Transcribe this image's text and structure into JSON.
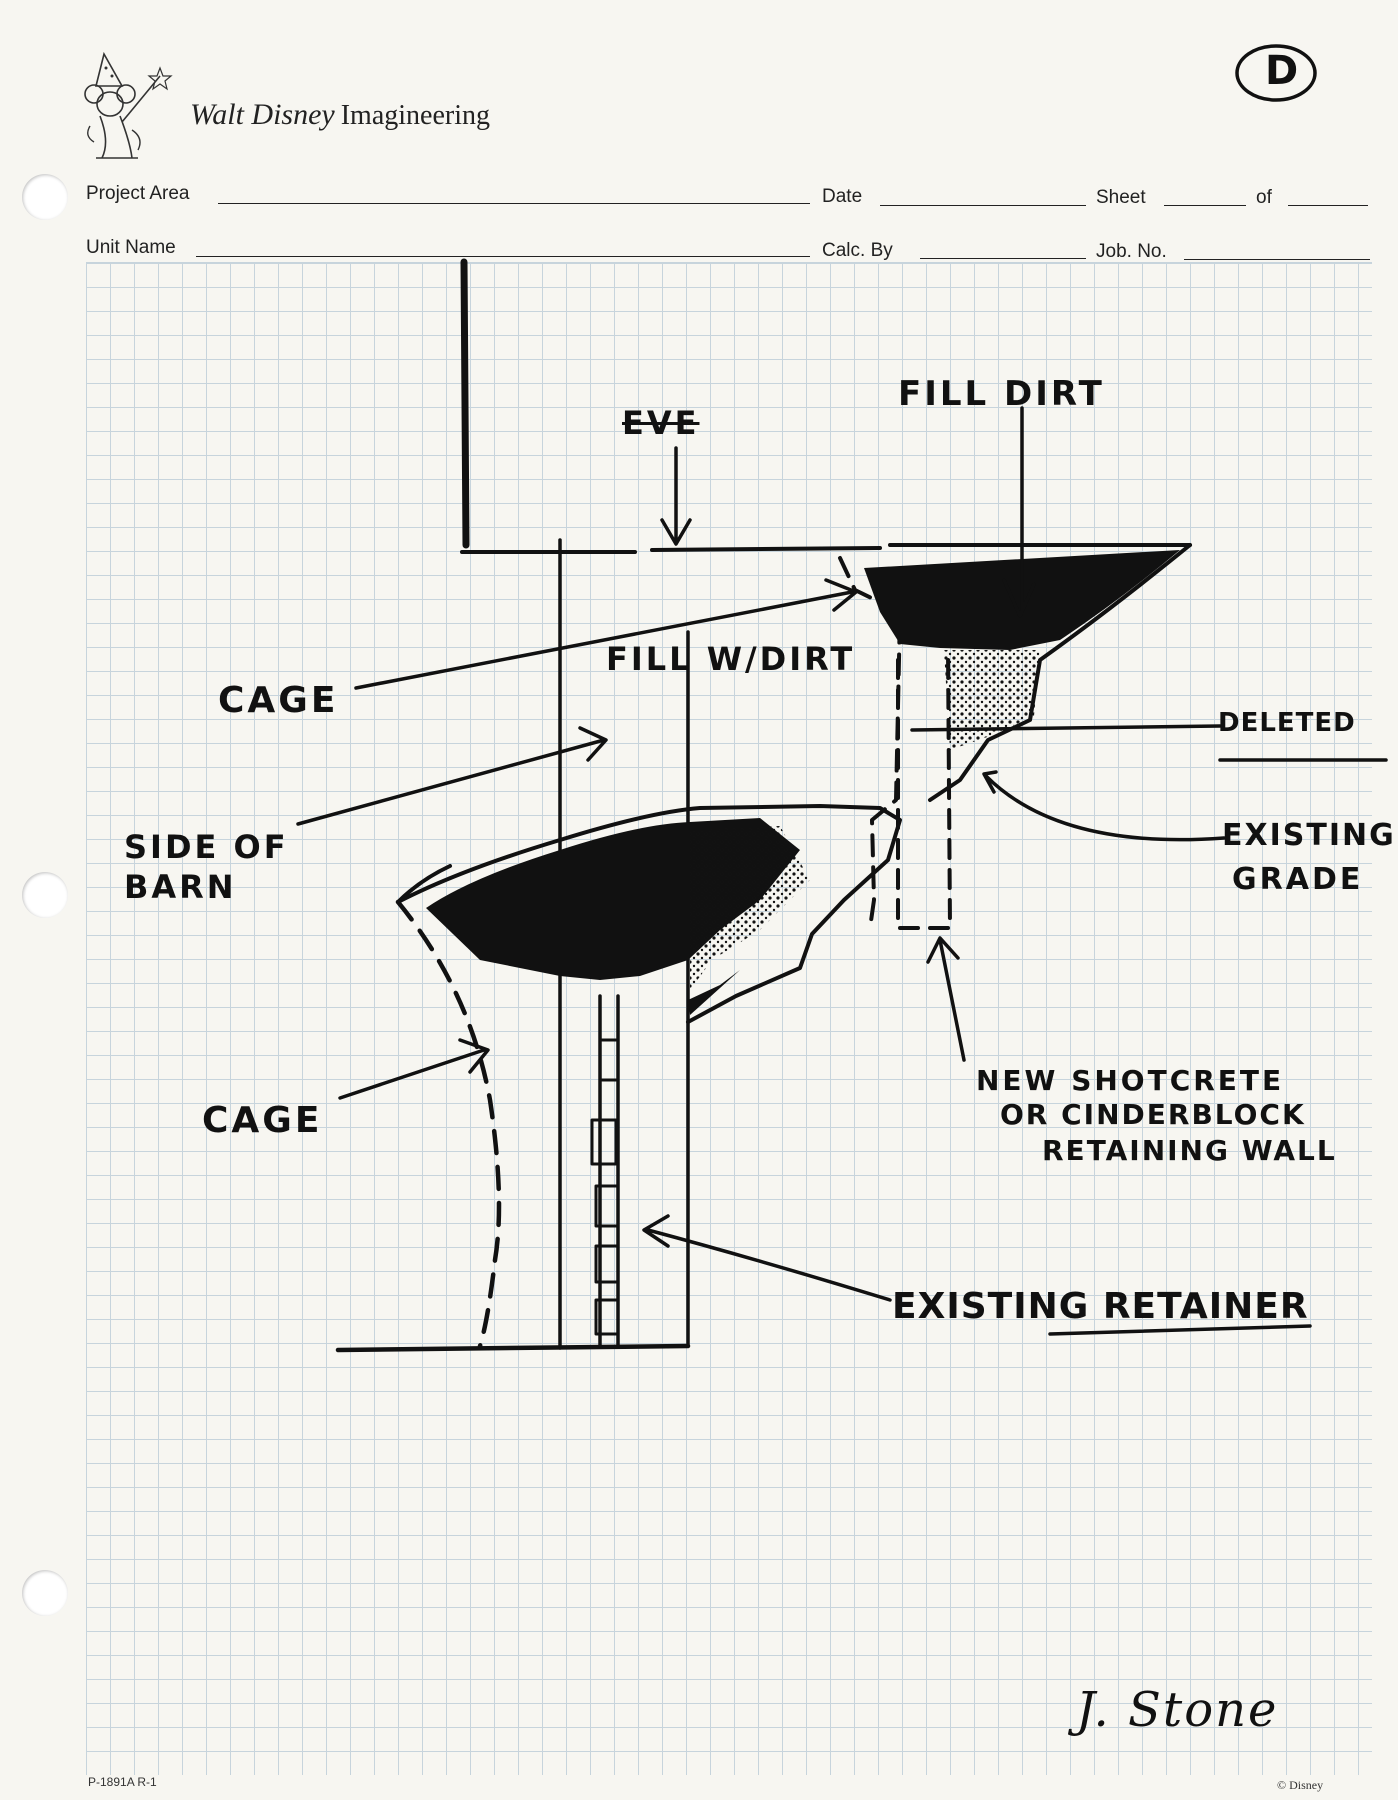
{
  "header": {
    "brand_script": "Walt Disney",
    "brand_name": "Imagineering",
    "sheet_mark": "D"
  },
  "form": {
    "project_area_label": "Project Area",
    "date_label": "Date",
    "sheet_label": "Sheet",
    "of_label": "of",
    "unit_name_label": "Unit Name",
    "calc_by_label": "Calc. By",
    "job_no_label": "Job. No."
  },
  "annotations": {
    "eve": "EVE",
    "fill_dirt": "FILL DIRT",
    "cage_upper": "CAGE",
    "fill_w_dirt": "FILL W/DIRT",
    "deleted": "DELETED",
    "side_of_barn_line1": "SIDE OF",
    "side_of_barn_line2": "BARN",
    "existing_grade_line1": "EXISTING",
    "existing_grade_line2": "GRADE",
    "cage_lower": "CAGE",
    "new_wall_line1": "NEW SHOTCRETE",
    "new_wall_line2": "OR CINDERBLOCK",
    "new_wall_line3": "RETAINING WALL",
    "existing_retainer": "EXISTING RETAINER"
  },
  "signature": "J. Stone",
  "footer": {
    "form_code": "P-1891A R-1",
    "copyright": "© Disney"
  }
}
